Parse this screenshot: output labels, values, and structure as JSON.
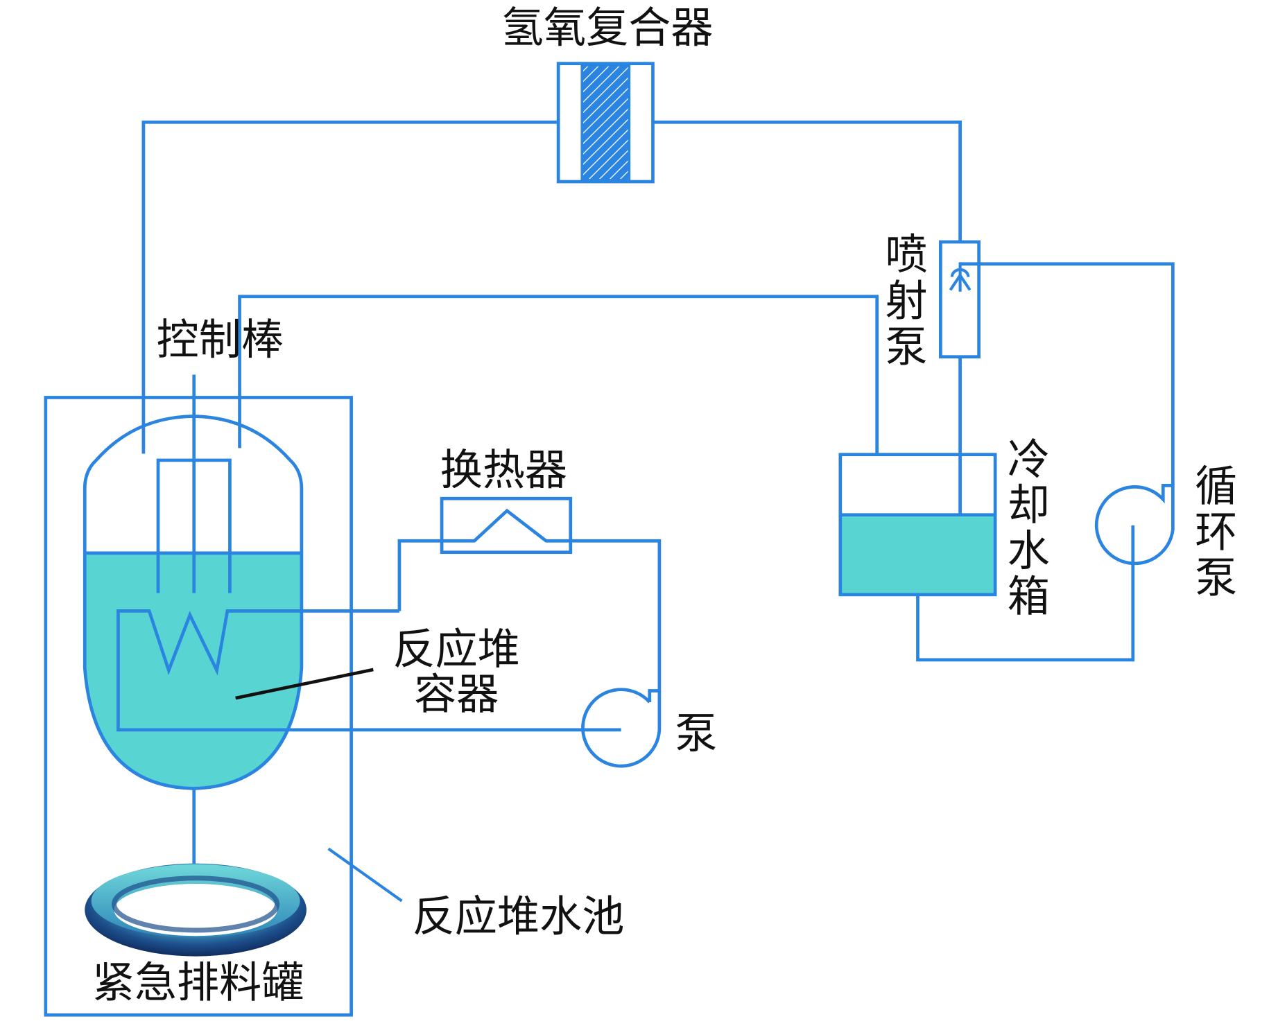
{
  "diagram": {
    "title": "反应堆冷却与氢氧复合系统示意图",
    "colors": {
      "pipe": "#2a84e0",
      "water": "#58d5d2",
      "text": "#111111",
      "background": "#ffffff"
    },
    "labels": {
      "recombiner": "氢氧复合器",
      "jet_pump_1": "喷",
      "jet_pump_2": "射",
      "jet_pump_3": "泵",
      "control_rod": "控制棒",
      "heat_exchanger": "换热器",
      "reactor_vessel_1": "反应堆",
      "reactor_vessel_2": "容器",
      "pump": "泵",
      "cooling_tank_1": "冷",
      "cooling_tank_2": "却",
      "cooling_tank_3": "水",
      "cooling_tank_4": "箱",
      "circulation_pump_1": "循",
      "circulation_pump_2": "环",
      "circulation_pump_3": "泵",
      "reactor_pool": "反应堆水池",
      "emergency_dump_tank": "紧急排料罐"
    }
  }
}
